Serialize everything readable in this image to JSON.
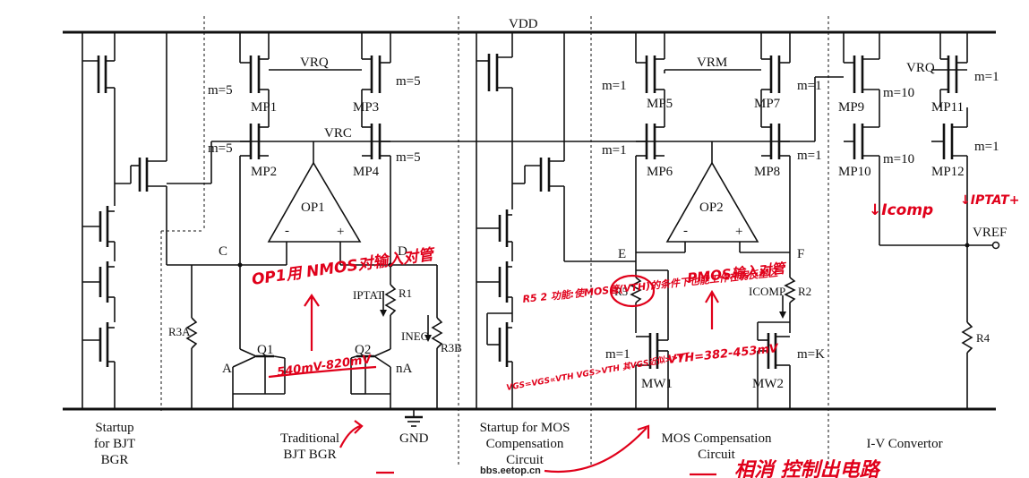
{
  "rails": {
    "vdd": "VDD",
    "gnd": "GND"
  },
  "nodes": {
    "vrq": "VRQ",
    "vrc": "VRC",
    "vrm": "VRM",
    "vrq2": "VRQ",
    "c": "C",
    "d": "D",
    "e": "E",
    "f": "F",
    "a": "A",
    "na": "nA",
    "vref": "VREF"
  },
  "transistors": {
    "mp1": "MP1",
    "mp2": "MP2",
    "mp3": "MP3",
    "mp4": "MP4",
    "mp5": "MP5",
    "mp6": "MP6",
    "mp7": "MP7",
    "mp8": "MP8",
    "mp9": "MP9",
    "mp10": "MP10",
    "mp11": "MP11",
    "mp12": "MP12",
    "q1": "Q1",
    "q2": "Q2",
    "mw1": "MW1",
    "mw2": "MW2"
  },
  "multipliers": {
    "mp1": "m=5",
    "mp2": "m=5",
    "mp3": "m=5",
    "mp4": "m=5",
    "mp5": "m=1",
    "mp6": "m=1",
    "mp7": "m=1",
    "mp8": "m=1",
    "mp9": "m=10",
    "mp10": "m=10",
    "mp11": "m=1",
    "mp12": "m=1",
    "mw1": "m=1",
    "mw2": "m=K"
  },
  "amps": {
    "op1": "OP1",
    "op2": "OP2",
    "minus": "-",
    "plus": "+"
  },
  "resistors": {
    "r1": "R1",
    "r2": "R2",
    "r3a": "R3A",
    "r3b": "R3B",
    "r4": "R4",
    "r5": "R5"
  },
  "currents": {
    "iptat": "IPTAT",
    "ineg": "INEG",
    "icomp": "ICOMP"
  },
  "sections": {
    "s1": "Startup\nfor BJT\nBGR",
    "s2": "Traditional\nBJT BGR",
    "s3": "Startup for MOS\nCompensation\nCircuit",
    "s4": "MOS Compensation\nCircuit",
    "s5": "I-V Convertor"
  },
  "annotations": {
    "op1_note": "OP1用 NMOS对输入对管",
    "op2_note": "PMOS输入对管",
    "q_range": "540mV-820mV",
    "vth_range": "VTH=382-453mV",
    "r5_note": "R5 2 功能:使MOS管(VTH)的条件下也能工作在弱反型区",
    "r5_note_small": "VGS=VGS∝VTH  VGS>VTH  其VGS近似>>VT",
    "icomp_hand": "↓Icomp",
    "iptat_hand": "↓IPTAT+",
    "bottom_hand": "相消 控制出电路"
  },
  "watermark": "bbs.eetop.cn",
  "colors": {
    "ink": "#111111",
    "annotation": "#e0001a",
    "background": "#ffffff"
  }
}
